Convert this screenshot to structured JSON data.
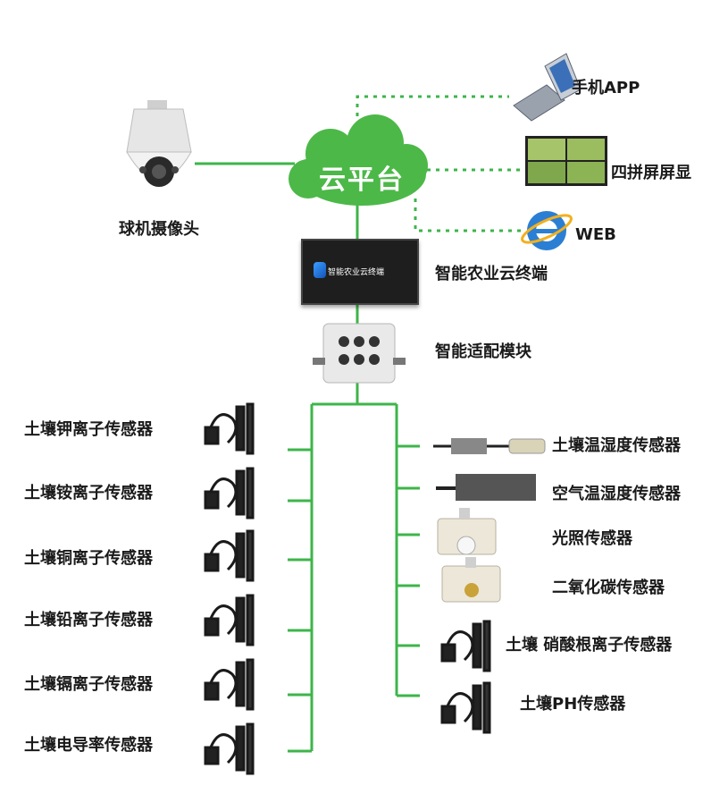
{
  "cloud": {
    "label": "云平台"
  },
  "camera": {
    "label": "球机摄像头"
  },
  "outputs": [
    {
      "label": "手机APP",
      "icon": "mobile-phone-icon"
    },
    {
      "label": "四拼屏屏显",
      "icon": "video-wall-icon"
    },
    {
      "label": "WEB",
      "icon": "web-browser-icon"
    }
  ],
  "terminal": {
    "label": "智能农业云终端",
    "brand": "智能农业云终端"
  },
  "adapter": {
    "label": "智能适配模块"
  },
  "left_sensors": [
    {
      "label": "土壤钾离子传感器"
    },
    {
      "label": "土壤铵离子传感器"
    },
    {
      "label": "土壤铜离子传感器"
    },
    {
      "label": "土壤铅离子传感器"
    },
    {
      "label": "土壤镉离子传感器"
    },
    {
      "label": "土壤电导率传感器"
    }
  ],
  "right_sensors": [
    {
      "label": "土壤温湿度传感器"
    },
    {
      "label": "空气温湿度传感器"
    },
    {
      "label": "光照传感器"
    },
    {
      "label": "二氧化碳传感器"
    },
    {
      "label": "土壤 硝酸根离子传感器"
    },
    {
      "label": "土壤PH传感器"
    }
  ],
  "colors": {
    "line": "#3db54a",
    "cloud": "#4cb848"
  }
}
